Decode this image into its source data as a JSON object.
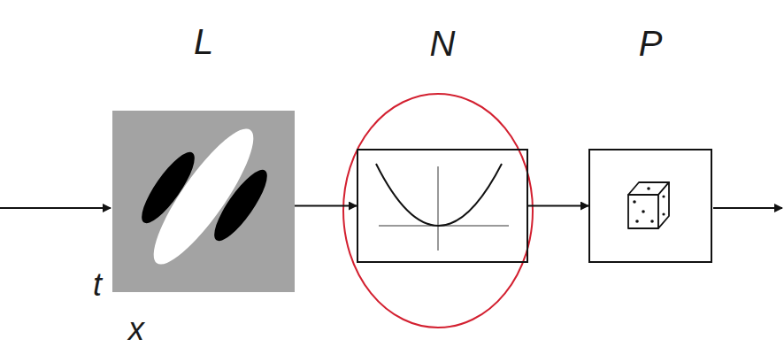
{
  "diagram": {
    "nodes": [
      {
        "text": [
          "L"
        ]
      },
      {
        "text": [
          "N"
        ]
      },
      {
        "text": [
          "P"
        ]
      }
    ],
    "edges": [
      {
        "from": 0,
        "to": 1,
        "arrow": "to"
      },
      {
        "from": 1,
        "to": 2,
        "arrow": "to"
      }
    ],
    "labels": [
      "t",
      "x"
    ]
  }
}
